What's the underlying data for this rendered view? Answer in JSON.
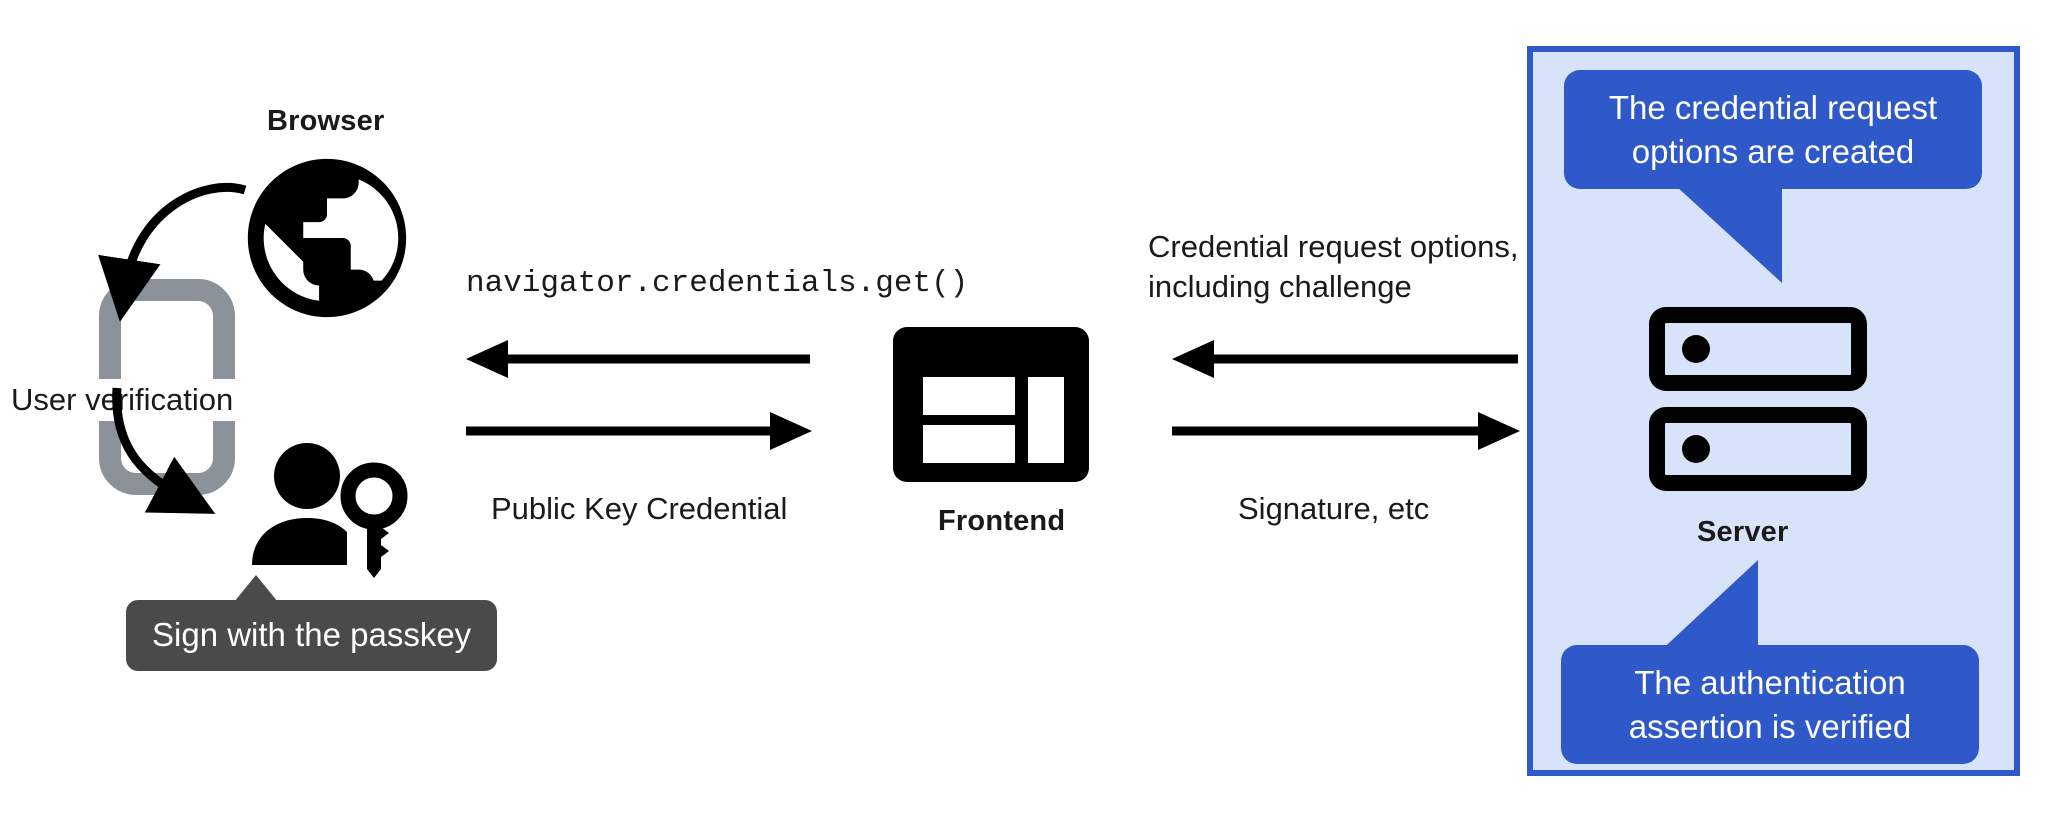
{
  "diagram": {
    "title": "WebAuthn passkey authentication flow",
    "colors": {
      "panel_fill": "#d7e3fb",
      "panel_border": "#2f58c8",
      "callout_blue": "#2f58c8",
      "tooltip_gray": "#4a4a4a",
      "phone_gray": "#8b9299",
      "ink": "#000000"
    }
  },
  "browser": {
    "title": "Browser",
    "icon": "globe-icon"
  },
  "device": {
    "icon": "smartphone-icon",
    "caption": "User verification"
  },
  "user": {
    "icon": "person-with-key-icon",
    "tooltip": "Sign with the passkey"
  },
  "frontend": {
    "title": "Frontend",
    "icon": "web-layout-icon"
  },
  "server": {
    "title": "Server",
    "icon": "server-racks-icon",
    "callouts": [
      {
        "id": "credential-request-options",
        "text": "The credential request\noptions are created",
        "tail": "down-right"
      },
      {
        "id": "authentication-assertion",
        "text": "The authentication\nassertion is verified",
        "tail": "up-right"
      }
    ]
  },
  "arrows": {
    "browser_to_frontend_top": {
      "label": "navigator.credentials.get()",
      "direction": "left",
      "style": "mono"
    },
    "browser_to_frontend_bottom": {
      "label": "Public Key Credential",
      "direction": "right",
      "style": "sans"
    },
    "server_to_frontend_top": {
      "label": "Credential request options,\nincluding challenge",
      "direction": "left",
      "style": "sans"
    },
    "frontend_to_server_bottom": {
      "label": "Signature, etc",
      "direction": "right",
      "style": "sans"
    }
  }
}
